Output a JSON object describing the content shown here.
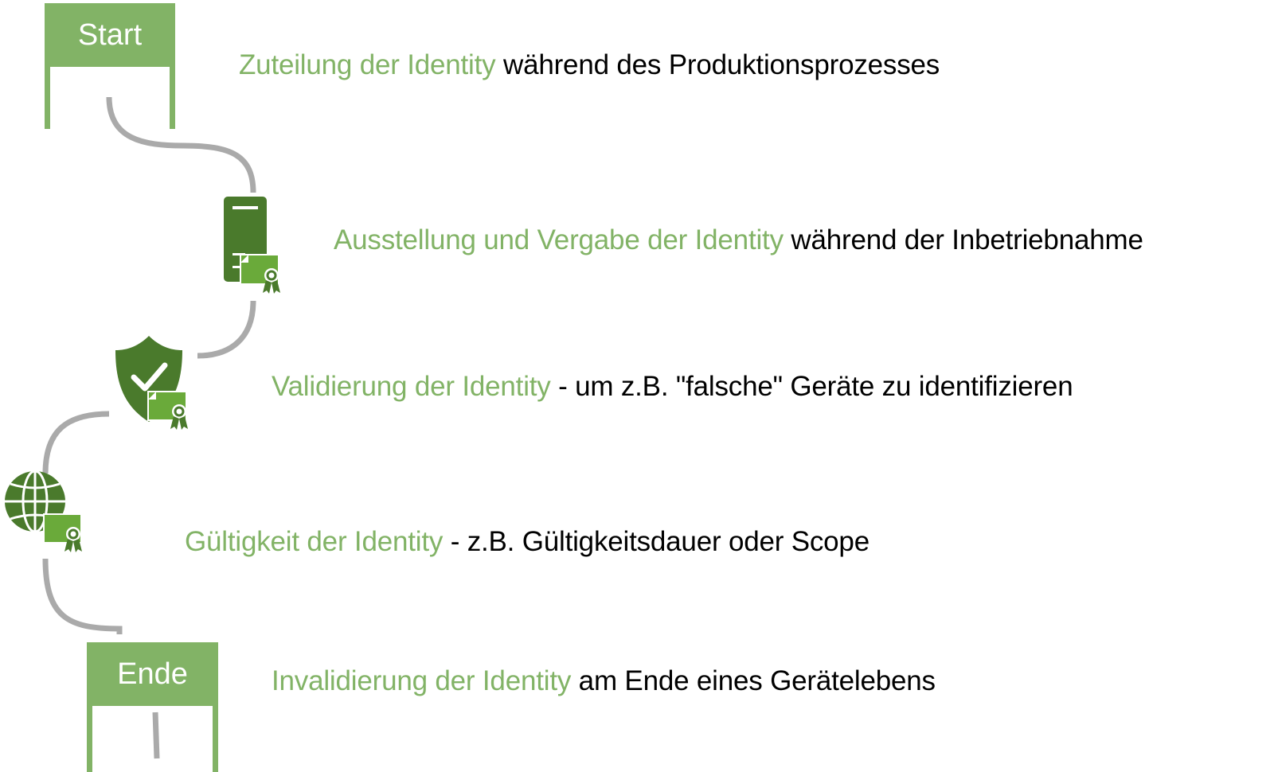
{
  "colors": {
    "accent_green": "#82b366",
    "icon_dark_green": "#4a7a2c",
    "icon_light_green": "#6aaa3a",
    "connector_gray": "#aaaaaa",
    "text_black": "#000000"
  },
  "terminals": {
    "start": {
      "label": "Start"
    },
    "end": {
      "label": "Ende"
    }
  },
  "steps": [
    {
      "icon": "none",
      "highlight": "Zuteilung der Identity",
      "rest": " während des Produktionsprozesses"
    },
    {
      "icon": "server-certificate-icon",
      "highlight": "Ausstellung und Vergabe der Identity",
      "rest": " während der Inbetriebnahme"
    },
    {
      "icon": "shield-check-certificate-icon",
      "highlight": "Validierung der Identity",
      "rest": " - um z.B. \"falsche\" Geräte zu identifizieren"
    },
    {
      "icon": "globe-certificate-icon",
      "highlight": "Gültigkeit der Identity",
      "rest": " - z.B. Gültigkeitsdauer oder Scope"
    },
    {
      "icon": "none",
      "highlight": "Invalidierung der Identity",
      "rest": " am Ende eines Gerätelebens"
    }
  ]
}
